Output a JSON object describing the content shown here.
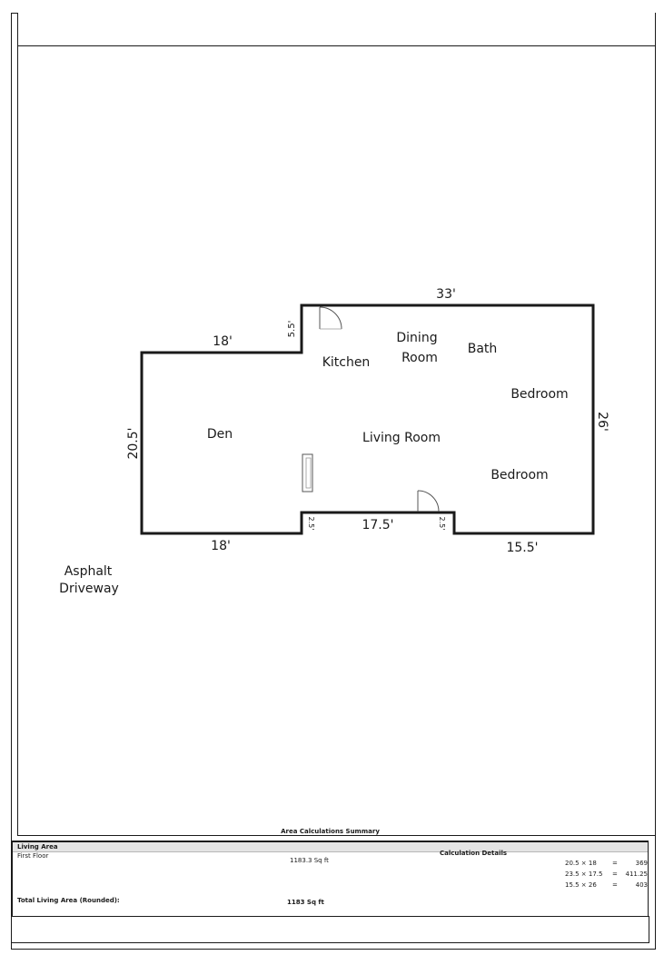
{
  "rooms": {
    "kitchen": "Kitchen",
    "dining_line1": "Dining",
    "dining_line2": "Room",
    "bath": "Bath",
    "bedroom_1": "Bedroom",
    "den": "Den",
    "living_room": "Living Room",
    "bedroom_2": "Bedroom"
  },
  "dimensions": {
    "top": "33'",
    "top_left": "18'",
    "left_notch": "5.5'",
    "left": "20.5'",
    "right": "26'",
    "bottom_left": "18'",
    "bottom_middle": "17.5'",
    "bottom_right": "15.5'",
    "notch_left": "2.5'",
    "notch_right": "2.5'"
  },
  "site": {
    "line1": "Asphalt",
    "line2": "Driveway"
  },
  "summary": {
    "title": "Area Calculations Summary",
    "living_area_label": "Living Area",
    "calculation_details_label": "Calculation Details",
    "floor_label": "First Floor",
    "floor_area": "1183.3 Sq ft",
    "total_label": "Total Living Area (Rounded):",
    "total_value": "1183 Sq ft",
    "calculations": [
      {
        "expr": "20.5 × 18",
        "eq": "=",
        "value": "369"
      },
      {
        "expr": "23.5 × 17.5",
        "eq": "=",
        "value": "411.25"
      },
      {
        "expr": "15.5 × 26",
        "eq": "=",
        "value": "403"
      }
    ]
  }
}
